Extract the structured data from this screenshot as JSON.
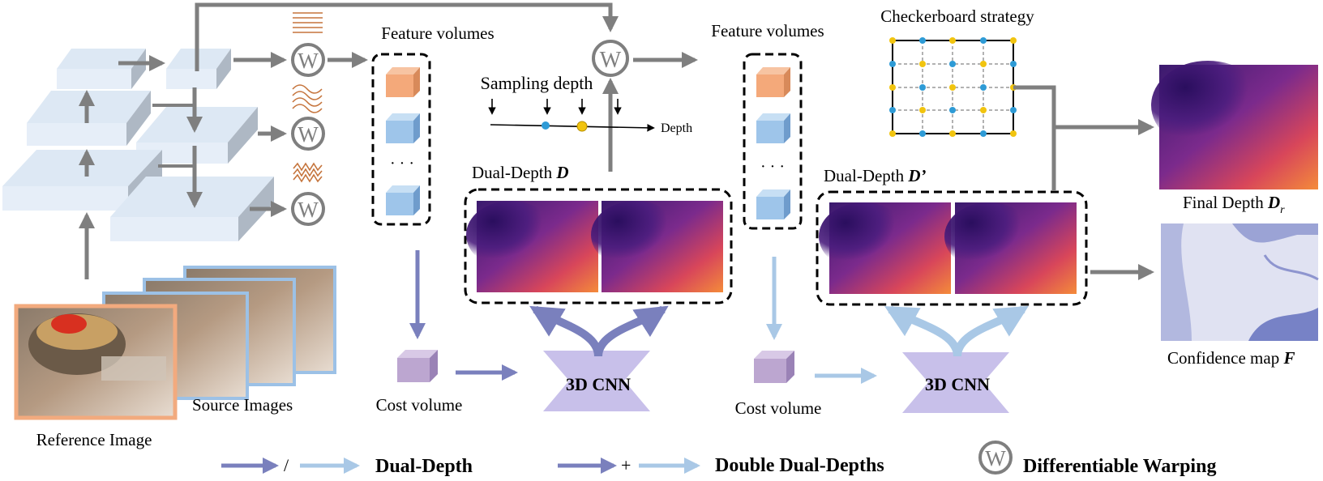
{
  "labels": {
    "feature_volumes_1": "Feature volumes",
    "feature_volumes_2": "Feature volumes",
    "sampling_depth": "Sampling depth",
    "depth_axis": "Depth",
    "checkerboard": "Checkerboard strategy",
    "dual_depth_d_text": "Dual-Depth ",
    "dual_depth_d_sym": "D",
    "dual_depth_d2_text": "Dual-Depth ",
    "dual_depth_d2_sym": "D’",
    "final_depth_text": "Final Depth ",
    "final_depth_sym": "D",
    "final_depth_sub": "r",
    "confidence_text": "Confidence map ",
    "confidence_sym": "F",
    "cost_volume_1": "Cost volume",
    "cost_volume_2": "Cost volume",
    "cnn_1": "3D CNN",
    "cnn_2": "3D CNN",
    "source_images": "Source Images",
    "reference_image": "Reference Image",
    "warp_symbol": "W",
    "ellipsis": "· · ·"
  },
  "legend": {
    "separator_slash": "/",
    "dual_depth": "Dual-Depth",
    "separator_plus": "+",
    "double_dual_depths": "Double Dual-Depths",
    "warping": "Differentiable Warping"
  },
  "colors": {
    "arrow_gray": "#7f7f7f",
    "arrow_dark_blue": "#7a80bd",
    "arrow_light_blue": "#a9c8e6",
    "plane_face": "#dde8f4",
    "plane_side": "#aeb8c4",
    "orange_cube": "#f4a97a",
    "blue_cube": "#9ec5ea",
    "purple_cube": "#bca6d0",
    "cnn_fill": "#c8c0ea",
    "checker_blue": "#2e9bd6",
    "checker_yellow": "#f1c40f",
    "reference_frame": "#f2aa7e",
    "source_frame": "#9cc1e6"
  }
}
